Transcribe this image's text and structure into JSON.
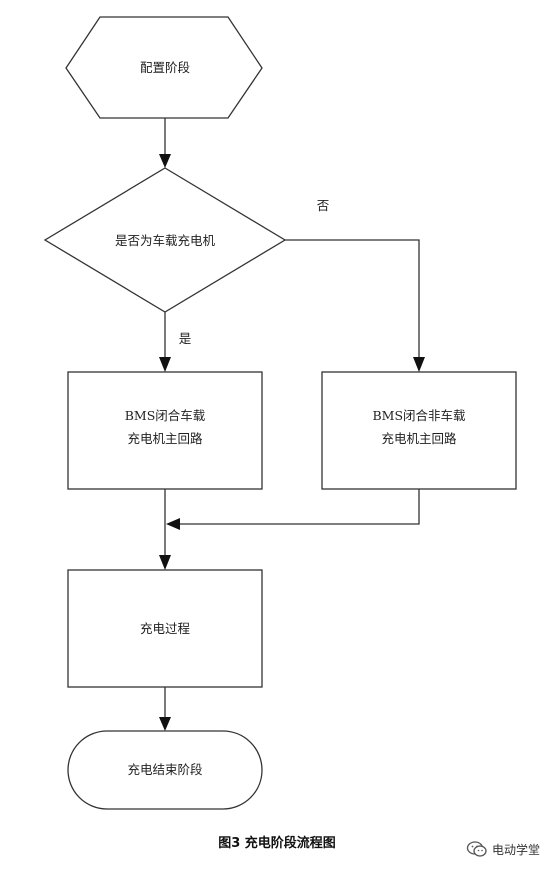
{
  "nodes": {
    "config_stage": "配置阶段",
    "decision": "是否为车载充电机",
    "bms_onboard_line1": "BMS闭合车载",
    "bms_onboard_line2": "充电机主回路",
    "bms_offboard_line1": "BMS闭合非车载",
    "bms_offboard_line2": "充电机主回路",
    "charging_process": "充电过程",
    "end_stage": "充电结束阶段"
  },
  "edges": {
    "no_label": "否",
    "yes_label": "是"
  },
  "caption": "图3  充电阶段流程图",
  "watermark": {
    "icon": "wechat-icon",
    "text": "电动学堂"
  }
}
